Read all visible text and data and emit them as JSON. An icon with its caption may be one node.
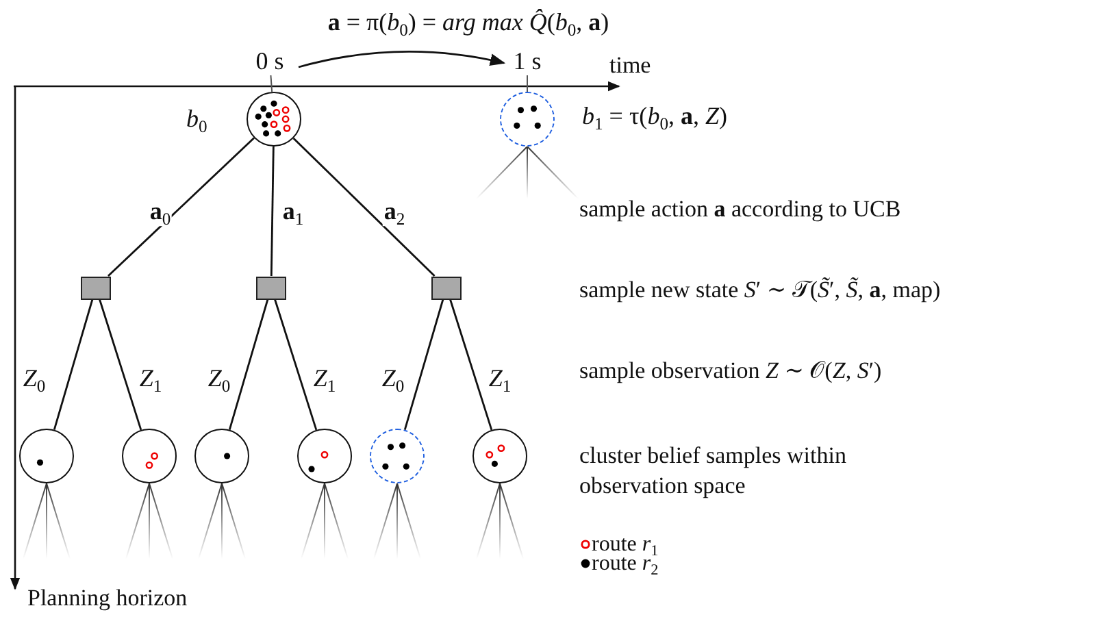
{
  "diagram": {
    "nodes": [
      {
        "text": [],
        "shape": "circle",
        "beside": [
          "*b*$_{0}$"
        ]
      },
      {
        "text": [],
        "shape": "circle",
        "beside": [
          "*b*$_{1}$ = τ(*b*$_{0}$, **a**, *Z*)"
        ]
      },
      {
        "text": [],
        "shape": "box"
      },
      {
        "text": [],
        "shape": "box"
      },
      {
        "text": [],
        "shape": "box"
      },
      {
        "text": [],
        "shape": "circle"
      },
      {
        "text": [],
        "shape": "circle"
      },
      {
        "text": [],
        "shape": "circle"
      },
      {
        "text": [],
        "shape": "circle"
      },
      {
        "text": [],
        "shape": "circle"
      },
      {
        "text": [],
        "shape": "circle"
      },
      {
        "text": [
          "0 s"
        ]
      },
      {
        "text": [
          "1 s"
        ]
      }
    ],
    "edges": [
      {
        "from": 0,
        "to": 2,
        "arrow": "none",
        "label": "**a**$_{0}$"
      },
      {
        "from": 0,
        "to": 3,
        "arrow": "none",
        "label": "**a**$_{1}$"
      },
      {
        "from": 0,
        "to": 4,
        "arrow": "none",
        "label": "**a**$_{2}$"
      },
      {
        "from": 2,
        "to": 5,
        "arrow": "none",
        "label": "*Z*$_{0}$"
      },
      {
        "from": 2,
        "to": 6,
        "arrow": "none",
        "label": "*Z*$_{1}$"
      },
      {
        "from": 3,
        "to": 7,
        "arrow": "none",
        "label": "*Z*$_{0}$"
      },
      {
        "from": 3,
        "to": 8,
        "arrow": "none",
        "label": "*Z*$_{1}$"
      },
      {
        "from": 4,
        "to": 9,
        "arrow": "none",
        "label": "*Z*$_{0}$"
      },
      {
        "from": 4,
        "to": 10,
        "arrow": "none",
        "label": "*Z*$_{1}$"
      },
      {
        "from": 11,
        "to": 0,
        "arrow": "none"
      },
      {
        "from": 12,
        "to": 1,
        "arrow": "none"
      },
      {
        "from": 11,
        "to": 12,
        "arrow": "to",
        "label": "**a** = π(*b*$_{0}$) = *arg max* *Q̂*(*b*$_{0}$, **a**)"
      }
    ],
    "labels": [
      "time",
      "Planning horizon",
      "sample action **a** according to UCB",
      "sample new state *S*′ ∼ 𝒯(*S̃*′, *S̃*, **a**, map)",
      "sample observation *Z* ∼ 𝒪(*Z*, *S*′)",
      "cluster belief samples within observation space"
    ],
    "legend": [
      {
        "text": "route *r*$_{1}$"
      },
      {
        "text": "route *r*$_{2}$"
      }
    ]
  }
}
